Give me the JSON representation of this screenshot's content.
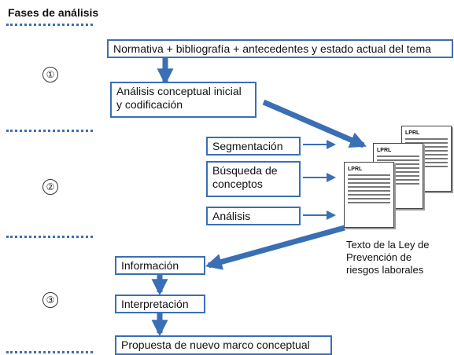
{
  "title": "Fases de análisis",
  "phases": [
    "①",
    "②",
    "③"
  ],
  "boxes": {
    "normativa": "Normativa + bibliografía + antecedentes y estado actual del tema",
    "analisis_inicial_1": "Análisis conceptual inicial",
    "analisis_inicial_2": "y codificación",
    "segmentacion": "Segmentación",
    "busqueda_1": "Búsqueda de",
    "busqueda_2": "conceptos",
    "analisis": "Análisis",
    "informacion": "Información",
    "interpretacion": "Interpretación",
    "propuesta": "Propuesta de nuevo marco conceptual"
  },
  "document": {
    "header": "LPRL",
    "caption_1": "Texto de la Ley de",
    "caption_2": "Prevención de",
    "caption_3": "riesgos laborales"
  },
  "colors": {
    "accent": "#3a6fb5",
    "line": "#3a6fb5"
  }
}
